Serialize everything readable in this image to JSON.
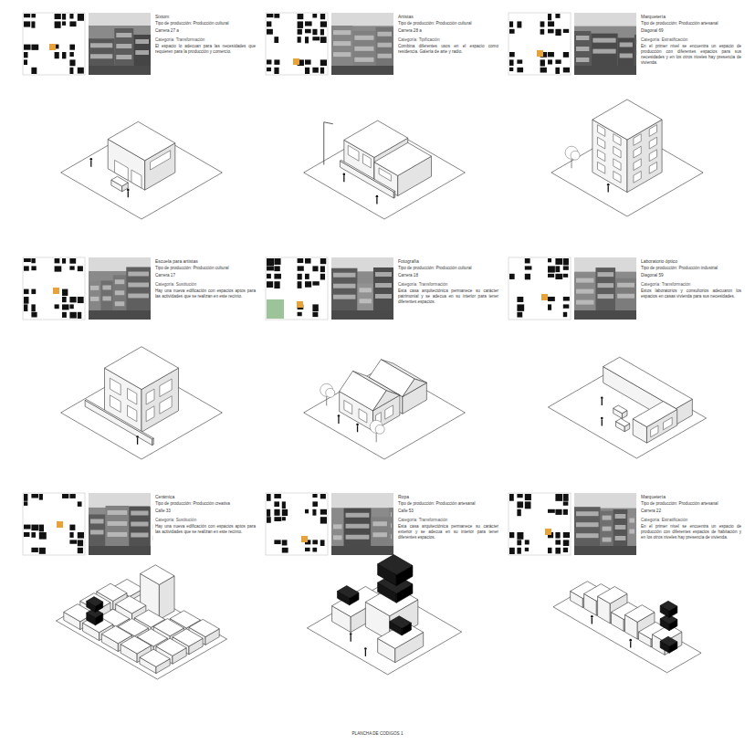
{
  "diagram": {
    "caption": "PLANCHA DE CODIGOS 1",
    "labels": [
      "Sixtom",
      "Tipo de producción: Producción cultural",
      "Carrera 27 a",
      "Categoría: Transformación",
      "El espacio lo adecuan para las necesidades que requieren para la producción y comercio.",
      "Artistas",
      "Tipo de producción: Producción cultural",
      "Carrera 28 a",
      "Categoría: Tipificación",
      "Combina diferentes usos en el espacio como residencia. Galería de arte y radio.",
      "Marquetería",
      "Tipo de producción: Producción artesanal",
      "Diagonal 69",
      "Categoría: Estratificación",
      "En el primer nivel se encuentra un espacio de producción con diferentes espacios para sus necesidades y en los otros niveles hay presencia de vivienda.",
      "Escuela para artistas",
      "Tipo de producción: Producción cultural",
      "Carrera 17",
      "Categoría: Sustitución",
      "Hay una nueva edificación con espacios aptos para las actividades que se realizan en este recinto.",
      "Fotografía",
      "Tipo de producción: Producción cultural",
      "Carrera 18",
      "Categoría: Transformación",
      "Esta casa arquitectónica permanece su carácter patrimonial y se adecua en su interior para tener diferentes espacios.",
      "Laboratorio óptico",
      "Tipo de producción: Producción industrial",
      "Diagonal 59",
      "Categoría: Transformación",
      "Estos laboratorios y consultorios adecuaron los espacios en casas vivienda para sus necesidades.",
      "Cerámica",
      "Tipo de producción: Producción creativa",
      "Calle 33",
      "Categoría: Sustitución",
      "Hay una nueva edificación con espacios aptos para las actividades que se realizan en este recinto.",
      "Ropa",
      "Tipo de producción: Producción artesanal",
      "Calle 53",
      "Categoría: Transformación",
      "Esta casa arquitectónica permanece su carácter exterior y se adecua en su interior para tener diferentes espacios.",
      "Marquetería",
      "Tipo de producción: Producción artesanal",
      "Carrera 22",
      "Categoría: Estratificación",
      "En el primer nivel se encuentra un espacio de producción con diferentes espacios de habitación y en los otros niveles hay presencia de vivienda."
    ]
  }
}
